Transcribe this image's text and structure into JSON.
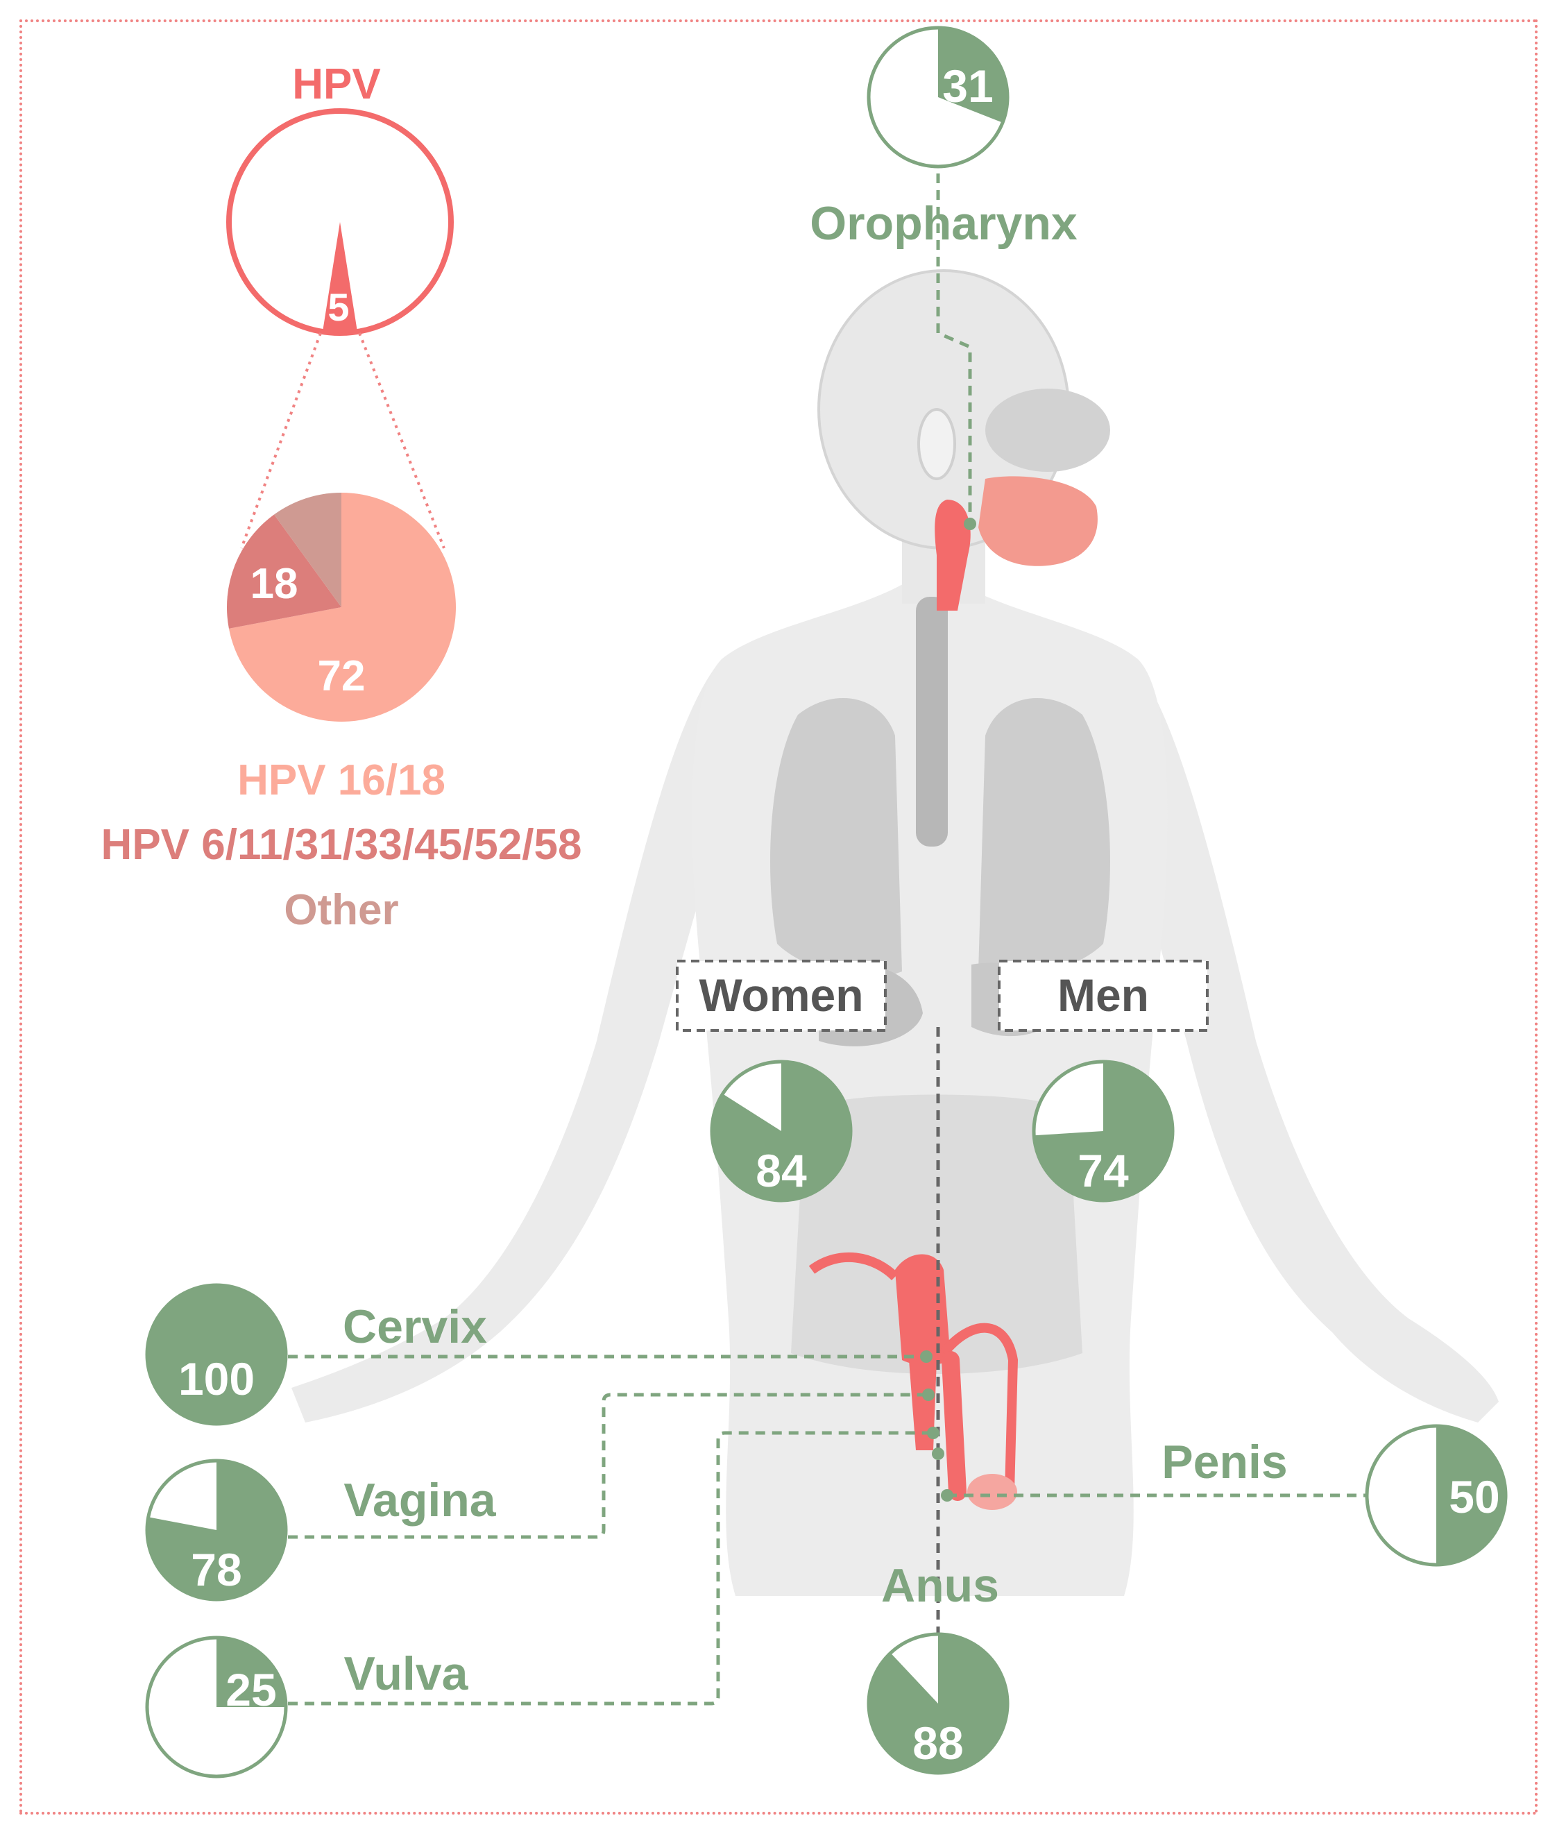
{
  "colors": {
    "hpv_red": "#f36b6b",
    "hpv_16_18": "#fcab9a",
    "hpv_other_types": "#dc7e7b",
    "hpv_other": "#cf9a92",
    "green": "#7fa57f",
    "body_gray": "#e6e6e6",
    "frame_dotted": "#f08282"
  },
  "hpv": {
    "title": "HPV",
    "overall_percent": 5,
    "overall_label": "5",
    "types_pie": [
      {
        "key": "hpv_16_18",
        "label": "72",
        "value": 72
      },
      {
        "key": "hpv_other_types",
        "label": "18",
        "value": 18
      },
      {
        "key": "hpv_other",
        "label": "",
        "value": 10
      }
    ],
    "legend": [
      {
        "text": "HPV 16/18",
        "color_key": "hpv_16_18"
      },
      {
        "text": "HPV 6/11/31/33/45/52/58",
        "color_key": "hpv_other_types"
      },
      {
        "text": "Other",
        "color_key": "hpv_other"
      }
    ]
  },
  "groups": {
    "women": "Women",
    "men": "Men"
  },
  "sites": {
    "oropharynx": {
      "name": "Oropharynx",
      "percent": 31,
      "label": "31"
    },
    "women_total": {
      "name": "",
      "percent": 84,
      "label": "84"
    },
    "men_total": {
      "name": "",
      "percent": 74,
      "label": "74"
    },
    "cervix": {
      "name": "Cervix",
      "percent": 100,
      "label": "100"
    },
    "vagina": {
      "name": "Vagina",
      "percent": 78,
      "label": "78"
    },
    "vulva": {
      "name": "Vulva",
      "percent": 25,
      "label": "25"
    },
    "anus": {
      "name": "Anus",
      "percent": 88,
      "label": "88"
    },
    "penis": {
      "name": "Penis",
      "percent": 50,
      "label": "50"
    }
  }
}
